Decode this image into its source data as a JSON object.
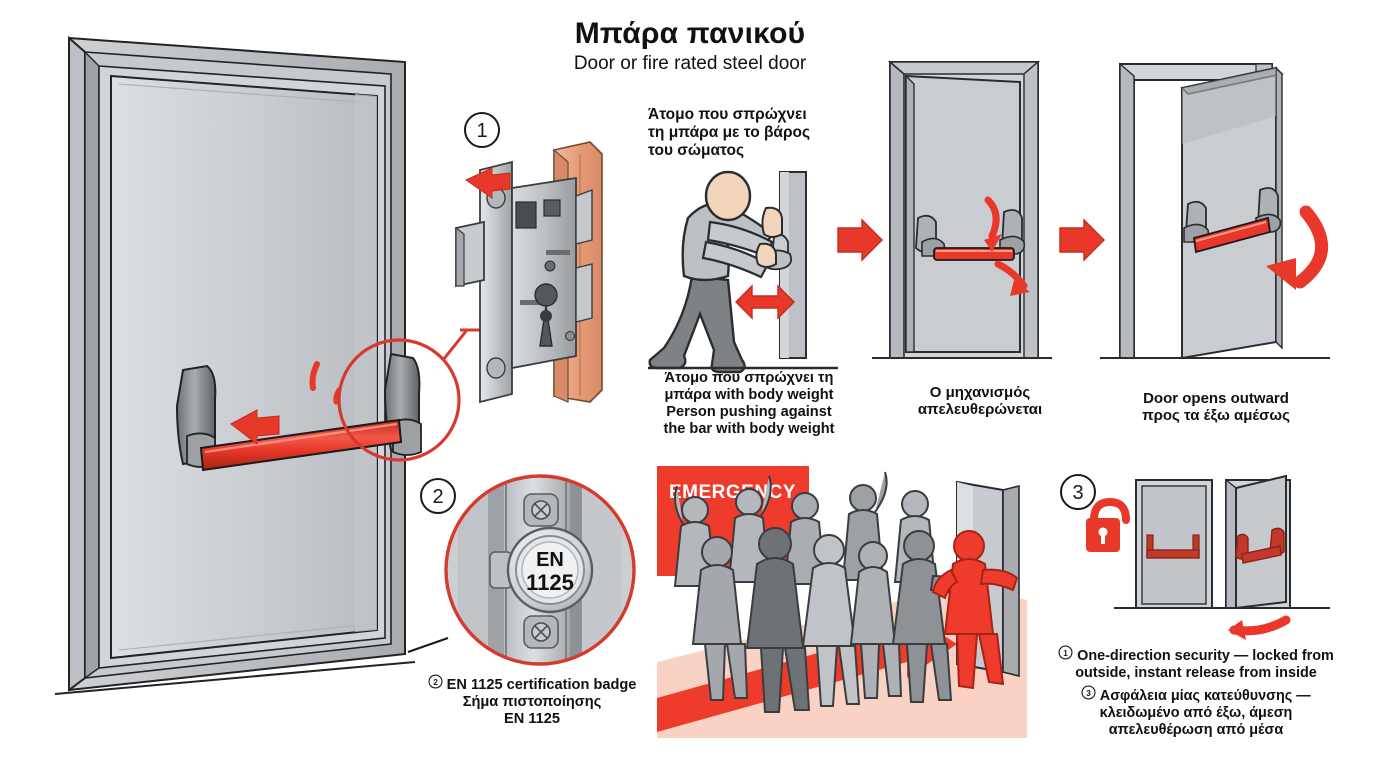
{
  "title": {
    "main": "Μπάρα πανικού",
    "sub": "Door or fire rated steel door"
  },
  "colors": {
    "red": "#E8382A",
    "red_dark": "#C32B20",
    "red_bright": "#F04434",
    "steel_light": "#D4D7DA",
    "steel_mid": "#B7BBBF",
    "steel_dark": "#8E9295",
    "wood": "#E8A07F",
    "skin": "#F2D5BB",
    "outline": "#1A1A1A"
  },
  "markers": {
    "one": "1",
    "two": "2",
    "three": "3"
  },
  "badge": {
    "line1": "EN",
    "line2": "1125"
  },
  "emergency": {
    "sign_label": "EMERGENCY"
  },
  "captions": {
    "push_top": [
      "Άτομο που σπρώχνει",
      "τη μπάρα με το βάρος",
      "του σώματος"
    ],
    "push_bottom": [
      "Άτομο που σπρώχνει τη",
      "μπάρα with body weight",
      "Person pushing against",
      "the bar with body weight"
    ],
    "mechanism": [
      "Ο μηχανισμός",
      "απελευθερώνεται"
    ],
    "opens_outward": [
      "Door opens outward",
      "προς τα έξω αμέσως"
    ],
    "badge_caption": [
      "EN 1125 certification badge",
      "Σήμα πιστοποίησης",
      "EN 1125"
    ]
  },
  "legend": {
    "item1": {
      "marker": "1",
      "lines": [
        "One-direction security — locked from",
        "outside, instant release from inside"
      ]
    },
    "item3": {
      "marker": "3",
      "lines": [
        "Ασφάλεια μίας κατεύθυνσης —",
        "κλειδωμένο από έξω, άμεση",
        "απελευθέρωση από μέσα"
      ]
    }
  }
}
